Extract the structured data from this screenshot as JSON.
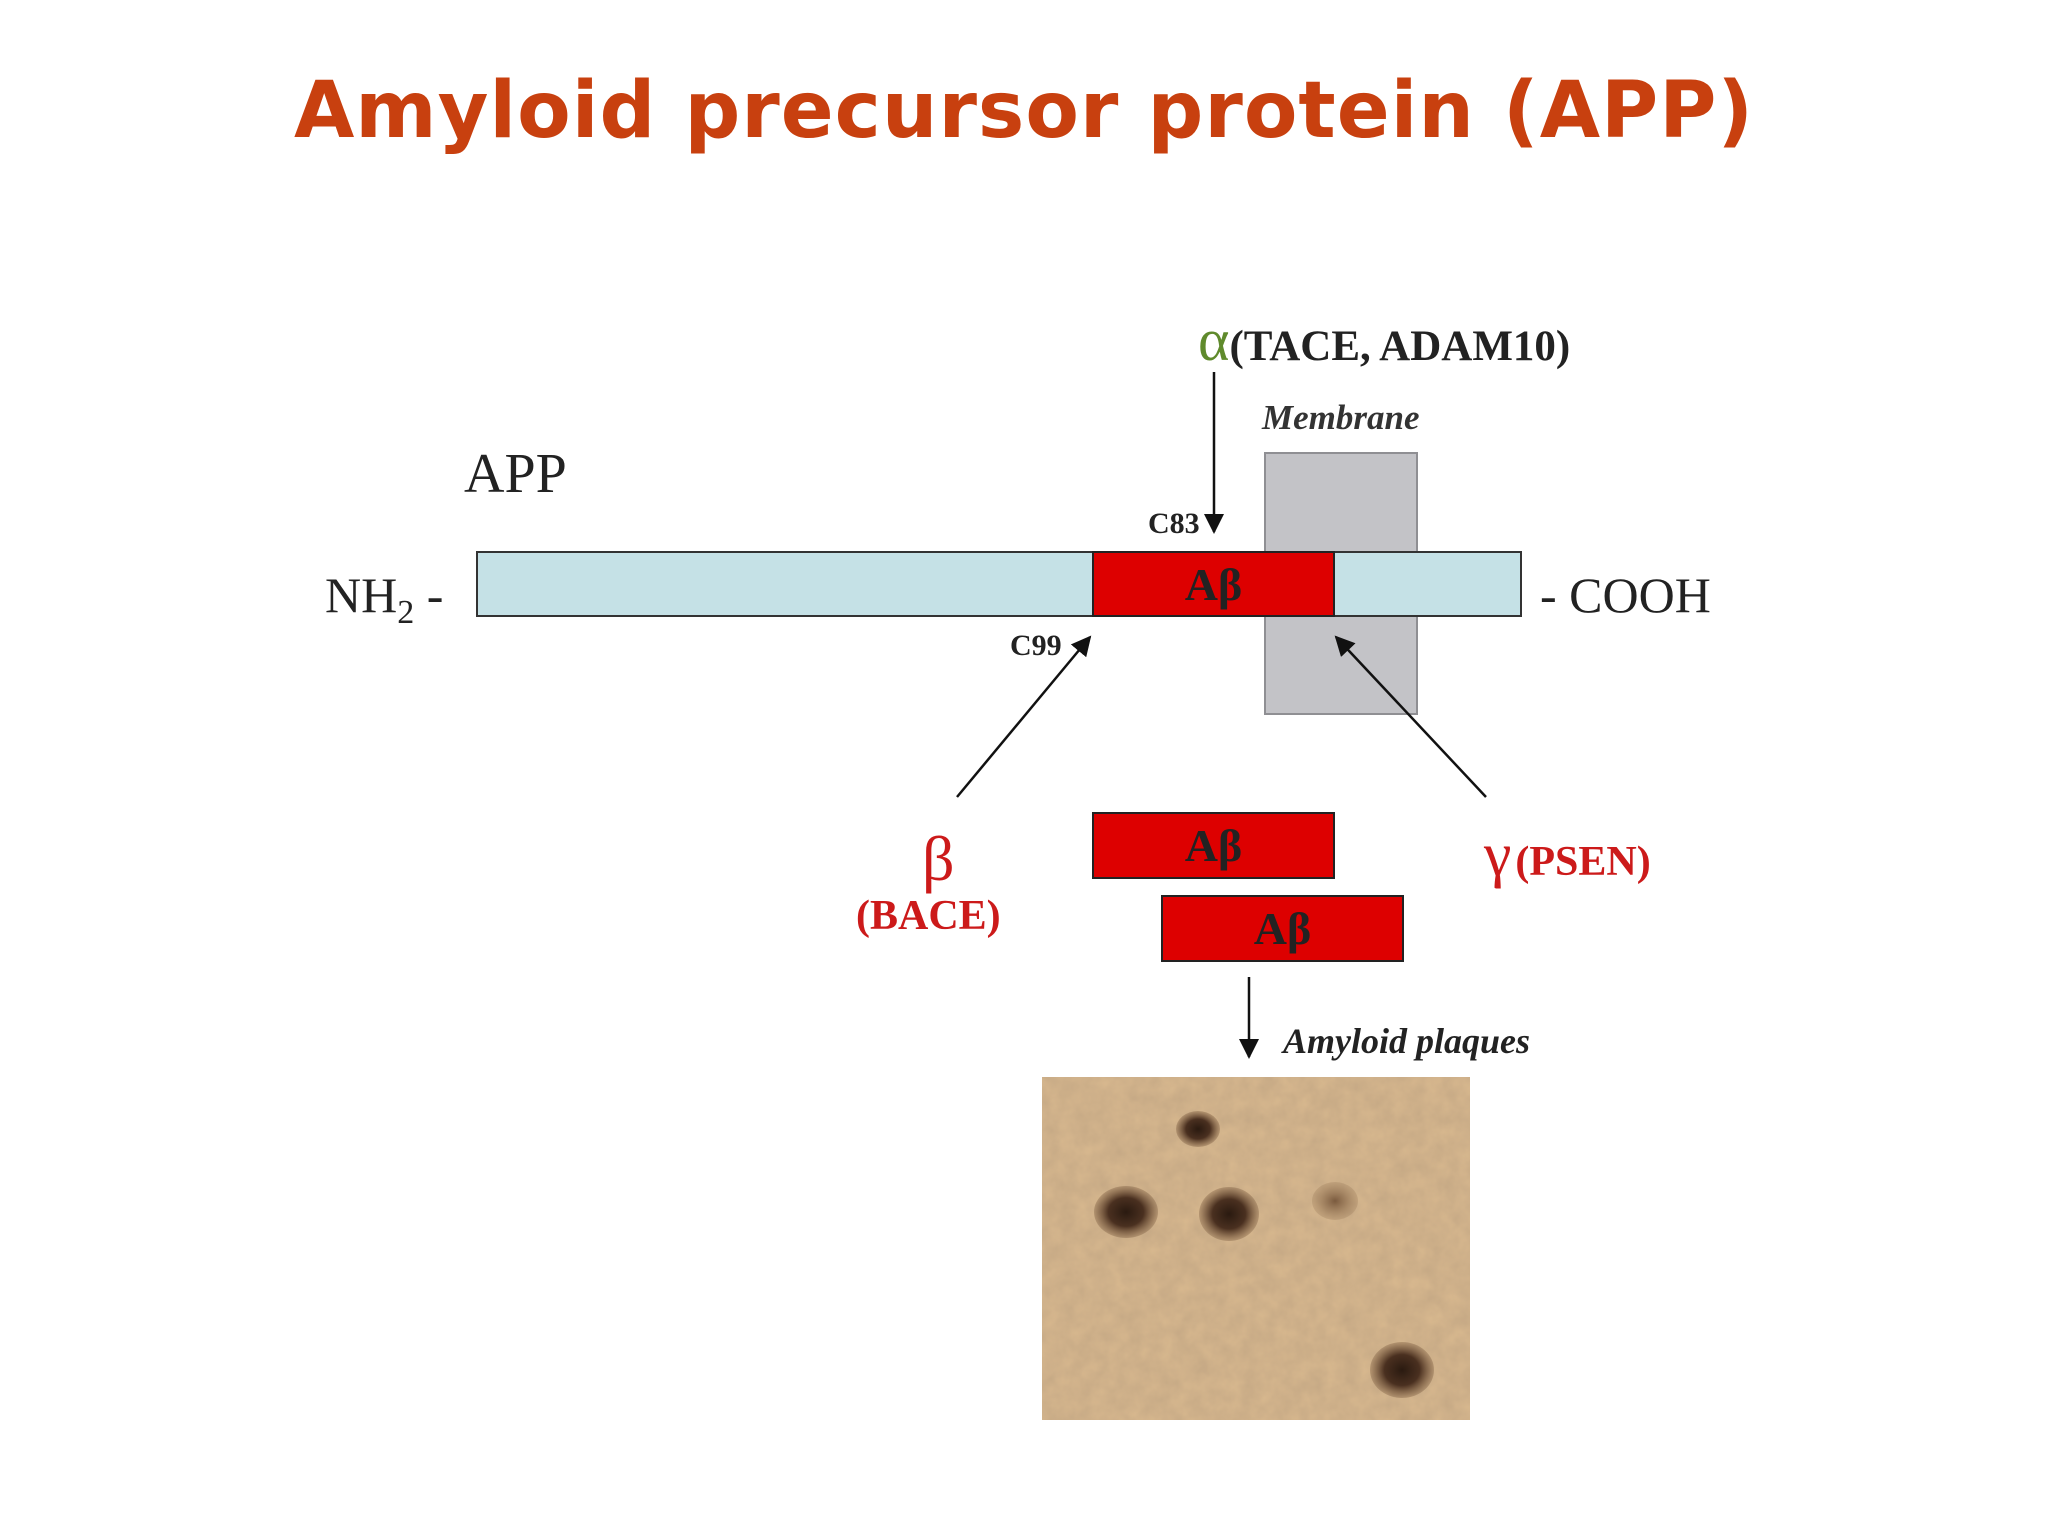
{
  "title": "Amyloid precursor protein (APP)",
  "labels": {
    "app": "APP",
    "nh2_main": "NH",
    "nh2_sub": "2",
    "nh2_dash": " -",
    "cooh": "- COOH",
    "membrane": "Membrane",
    "c83": "C83",
    "c99": "C99",
    "abeta": "Aβ",
    "amyloid_plaques": "Amyloid plaques"
  },
  "secretases": {
    "alpha": {
      "symbol": "α",
      "enzymes": "(TACE, ADAM10)"
    },
    "beta": {
      "symbol": "β",
      "enzymes": "(BACE)"
    },
    "gamma": {
      "symbol": "γ",
      "enzymes": "(PSEN)"
    }
  },
  "colors": {
    "title": "#c8400f",
    "app_domain": "#c5e1e6",
    "abeta": "#dd0000",
    "membrane": "#c3c3c7",
    "alpha": "#5f8a2c",
    "beta_gamma": "#cc1a1a"
  },
  "icons": {
    "microscopy": "amyloid-plaque-micrograph"
  }
}
